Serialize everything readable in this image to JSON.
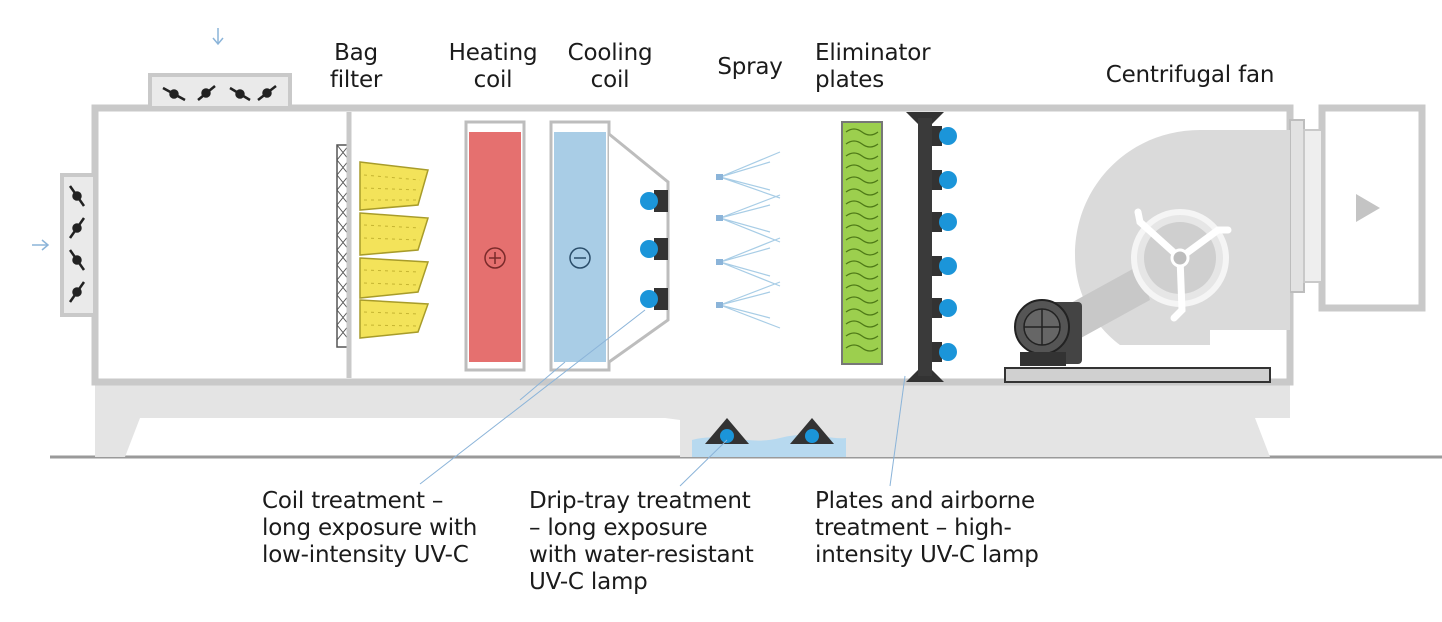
{
  "components": {
    "bag_filter": "Bag\nfilter",
    "heating_coil": "Heating\ncoil",
    "cooling_coil": "Cooling\ncoil",
    "spray": "Spray",
    "eliminator_plates": "Eliminator\nplates",
    "centrifugal_fan": "Centrifugal fan"
  },
  "captions": {
    "coil_treatment": "Coil treatment –\nlong exposure with\nlow-intensity UV-C",
    "drip_tray_treatment": "Drip-tray treatment\n– long exposure\nwith water-resistant\nUV-C lamp",
    "plates_airborne_treatment": "Plates and airborne\ntreatment – high-\nintensity UV-C lamp"
  },
  "colors": {
    "casing": "#c9c9c9",
    "bag_filter": "#f3e35a",
    "heating_coil": "#e5706f",
    "cooling_coil": "#a9cde6",
    "eliminator": "#9ccf4e",
    "uv_lamp": "#1b95d9",
    "fan": "#dadada",
    "water": "#b7d9ef"
  }
}
